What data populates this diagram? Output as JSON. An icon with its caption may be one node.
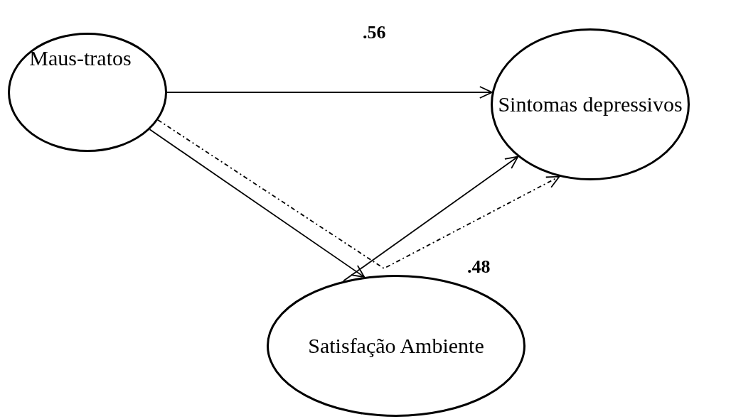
{
  "diagram": {
    "nodes": [
      {
        "text": [
          "Maus-tratos"
        ]
      },
      {
        "text": [
          "Sintomas depressivos"
        ]
      },
      {
        "text": [
          "Satisfação Ambiente"
        ]
      }
    ],
    "edges": [
      {
        "from": 0,
        "to": 1,
        "arrow": "to",
        "label": ".56"
      },
      {
        "from": 0,
        "to": 2,
        "arrow": "to"
      },
      {
        "from": 2,
        "to": 1,
        "arrow": "to"
      },
      {
        "from": 0,
        "to": 1,
        "arrow": "to",
        "style": "dashed",
        "label": ".48"
      }
    ]
  }
}
